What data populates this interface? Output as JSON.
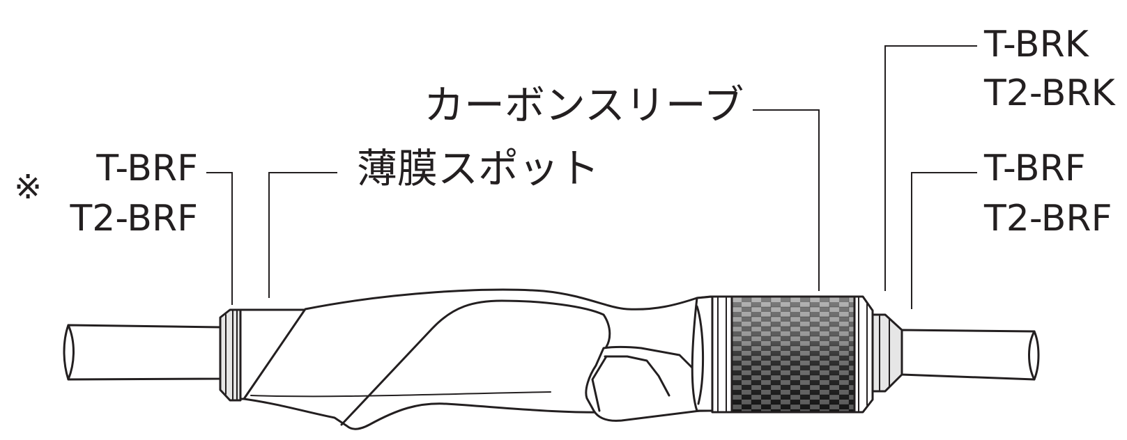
{
  "note_mark": "※",
  "labels": {
    "left_guide": {
      "line1": "T-BRF",
      "line2": "T2-BRF"
    },
    "thin_film_spot": "薄膜スポット",
    "carbon_sleeve": "カーボンスリーブ",
    "right_guide_top": {
      "line1": "T-BRK",
      "line2": "T2-BRK"
    },
    "right_guide_bottom": {
      "line1": "T-BRF",
      "line2": "T2-BRF"
    }
  },
  "colors": {
    "ink": "#231f20",
    "carbon_light": "#8f8f8f",
    "carbon_dark": "#1e1e1e",
    "ring": "#e6e6e6"
  }
}
